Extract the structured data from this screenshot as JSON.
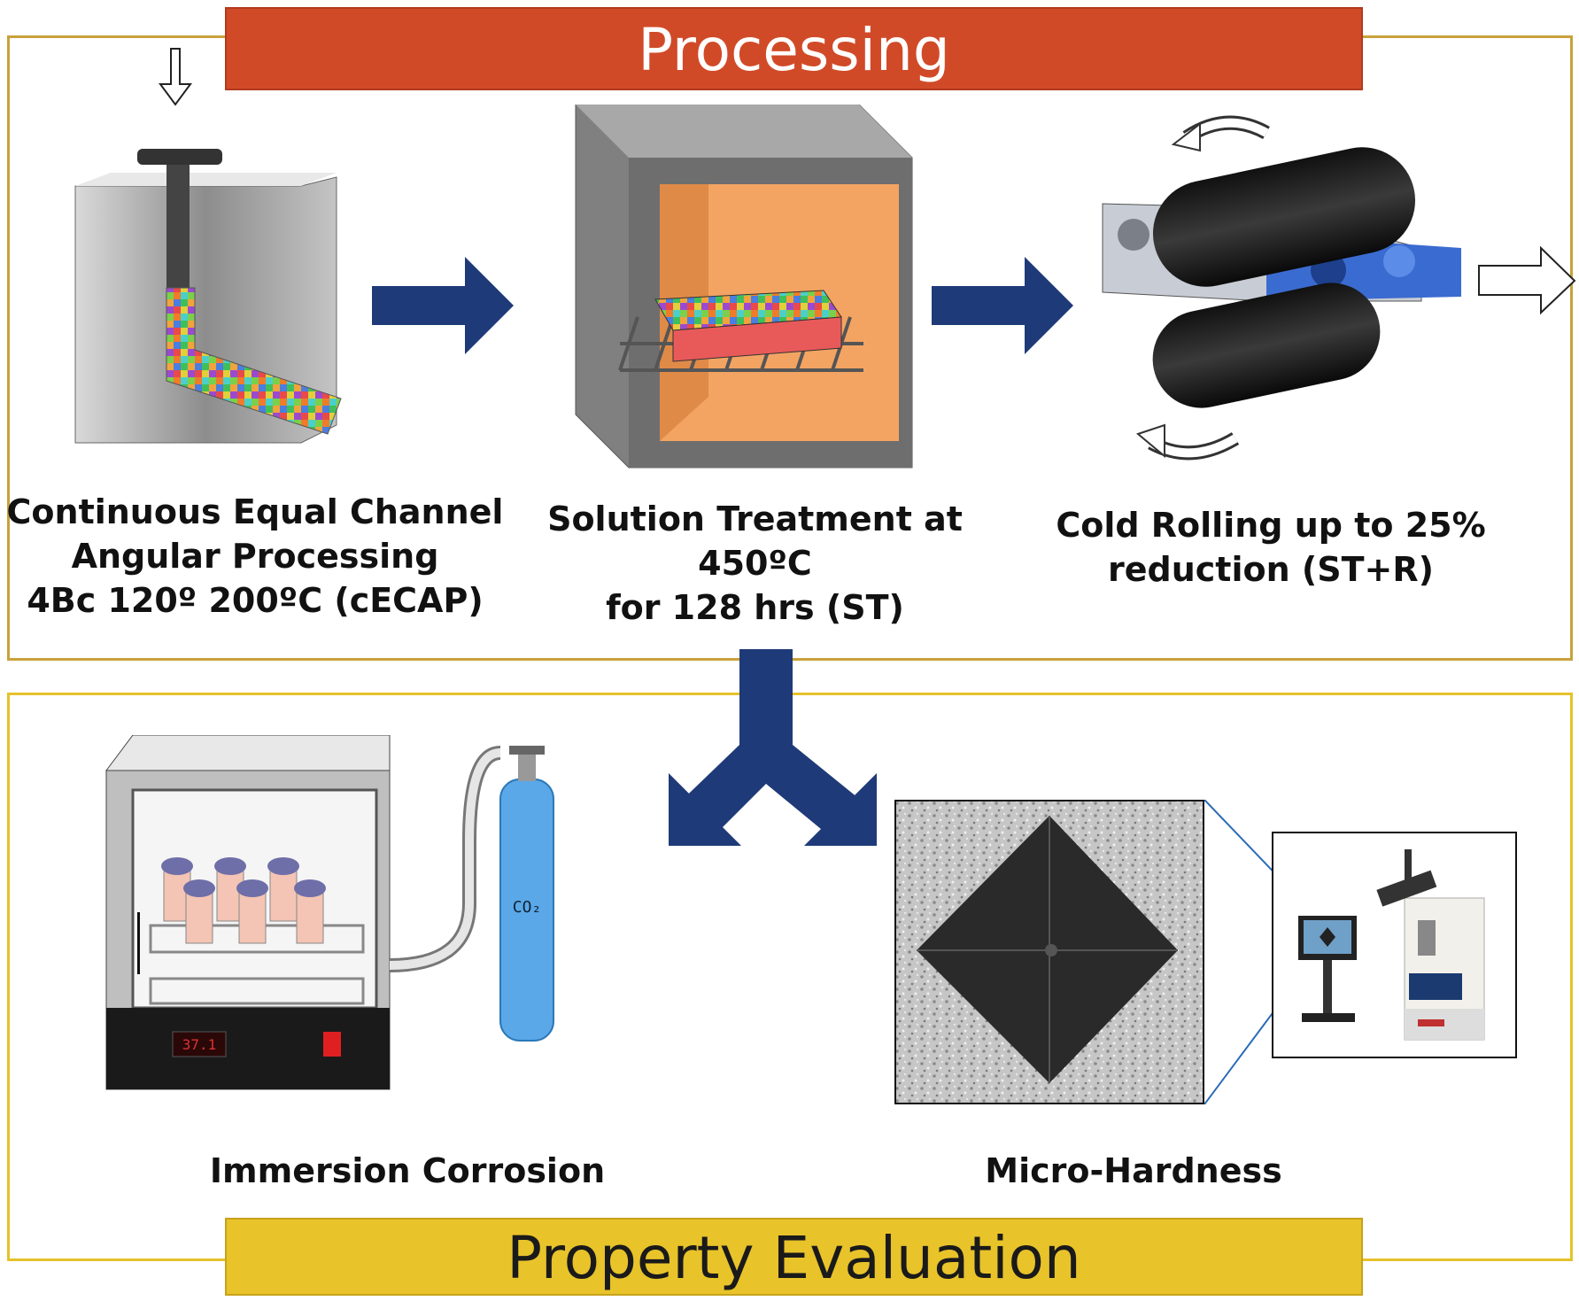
{
  "processing": {
    "title": "Processing",
    "steps": [
      {
        "lines": [
          "Continuous Equal Channel",
          "Angular Processing",
          "4Bᴄ 120º 200ºC (cECAP)"
        ]
      },
      {
        "lines": [
          "Solution Treatment at",
          "450ºC",
          "for 128 hrs (ST)"
        ]
      },
      {
        "lines": [
          "Cold Rolling up to 25%",
          "reduction (ST+R)"
        ]
      }
    ]
  },
  "property_evaluation": {
    "title": "Property Evaluation",
    "methods": [
      {
        "label": "Immersion Corrosion",
        "incubator_display": "37.1",
        "gas_label": "CO₂"
      },
      {
        "label": "Micro-Hardness"
      }
    ]
  },
  "colors": {
    "processing_banner": "#d14a28",
    "evaluation_banner": "#e8c32a",
    "arrow": "#1f3a78",
    "furnace_interior": "#f3a462"
  }
}
